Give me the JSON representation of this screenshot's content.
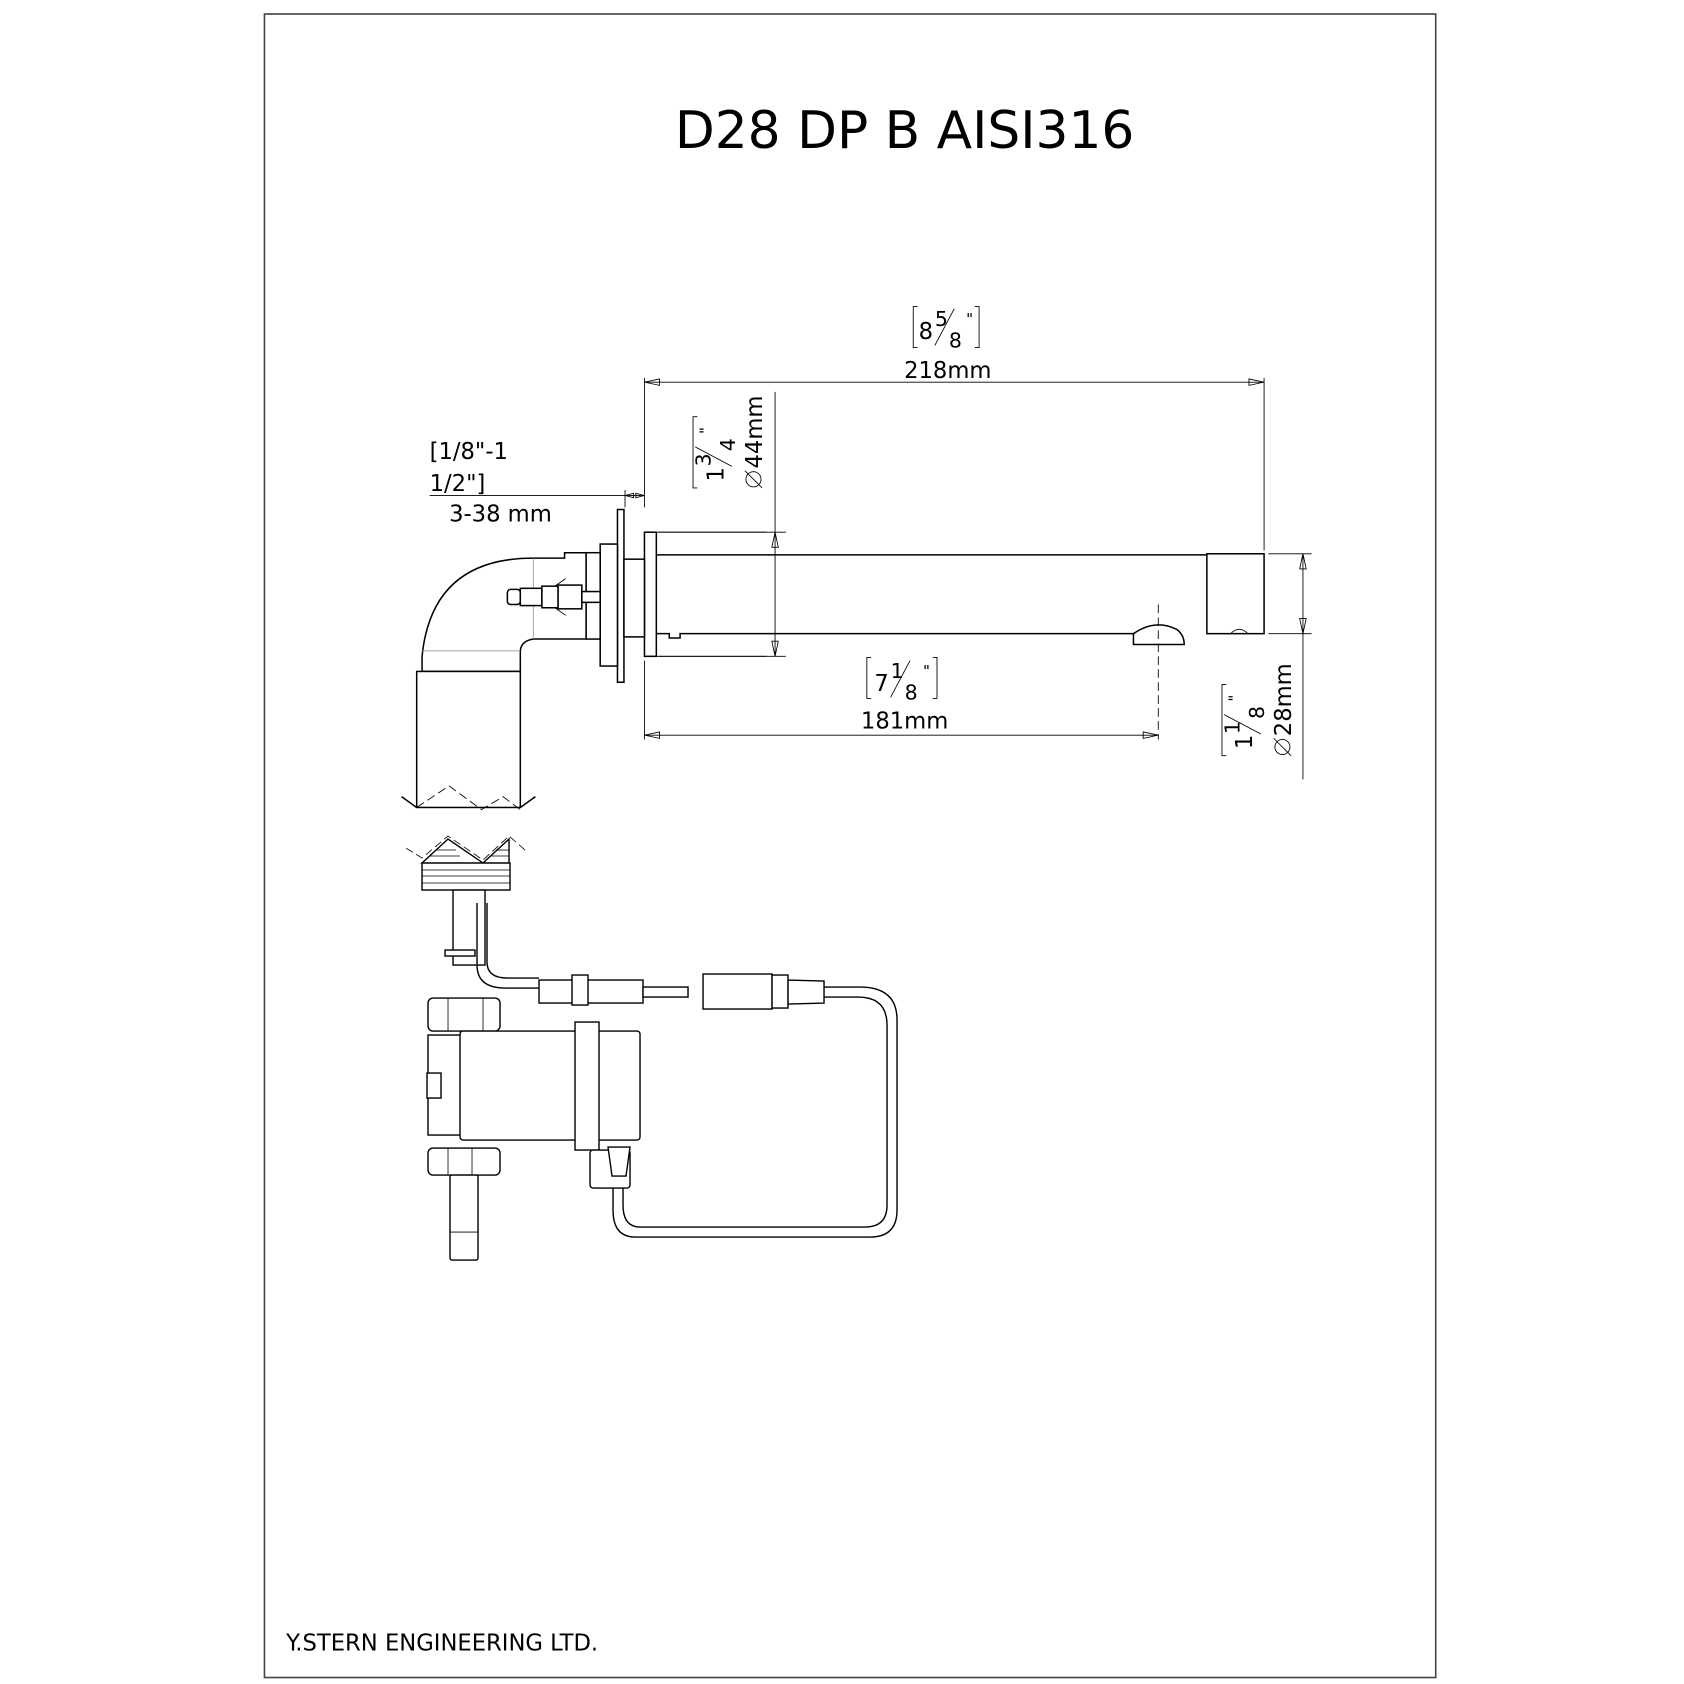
{
  "title": "D28 DP B AISI316",
  "company": "Y.STERN ENGINEERING LTD.",
  "dimensions": {
    "overall_length": {
      "inch_whole": "8",
      "inch_num": "5",
      "inch_den": "8",
      "mm": "218mm"
    },
    "spout_length": {
      "inch_whole": "7",
      "inch_num": "1",
      "inch_den": "8",
      "mm": "181mm"
    },
    "flange_diameter": {
      "inch_whole": "1",
      "inch_num": "3",
      "inch_den": "4",
      "mm": "44mm"
    },
    "tube_diameter": {
      "inch_whole": "1",
      "inch_num": "1",
      "inch_den": "8",
      "mm": "28mm"
    },
    "wall_thickness": {
      "inch_line1": "[1/8\"-1",
      "inch_line2": "1/2\"]",
      "mm": "3-38 mm"
    }
  }
}
